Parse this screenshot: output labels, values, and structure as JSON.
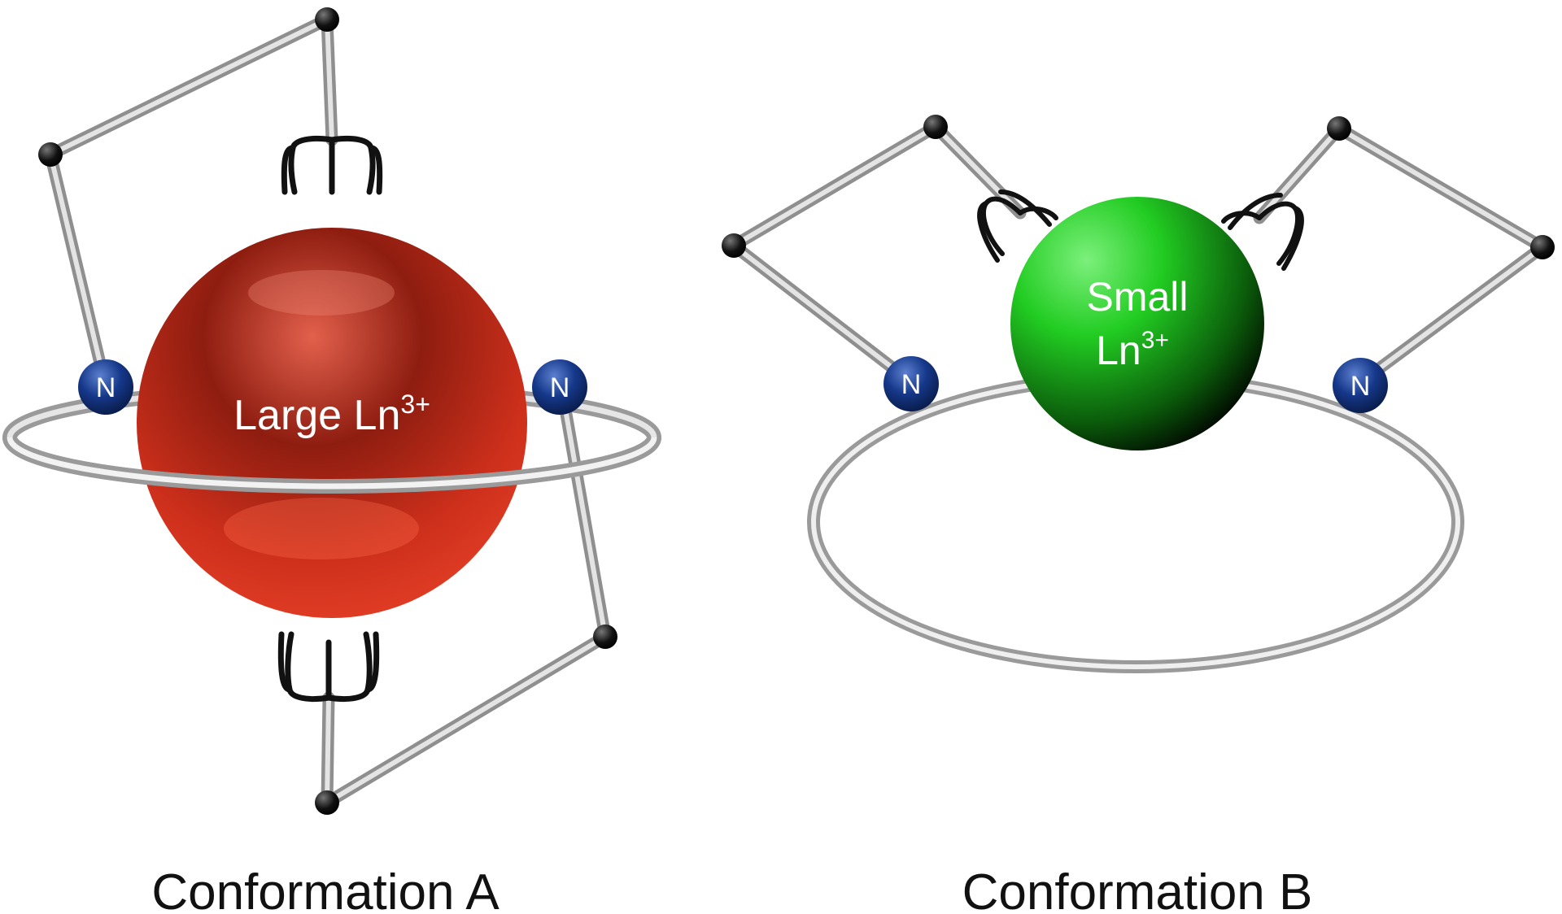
{
  "conformation_a": {
    "caption": "Conformation A",
    "ion": {
      "label": "Large Ln",
      "charge": "3+",
      "color": "#c8281a"
    },
    "donor_atoms": [
      "N",
      "N"
    ]
  },
  "conformation_b": {
    "caption": "Conformation B",
    "ion": {
      "label_line1": "Small",
      "label_line2": "Ln",
      "charge": "3+",
      "color": "#1fc41f"
    },
    "donor_atoms": [
      "N",
      "N"
    ]
  },
  "colors": {
    "nitrogen": "#0f2f7a",
    "joint": "#111111",
    "rod": "#bdbdbd",
    "ring": "#d0d0d0",
    "claw": "#111111"
  }
}
